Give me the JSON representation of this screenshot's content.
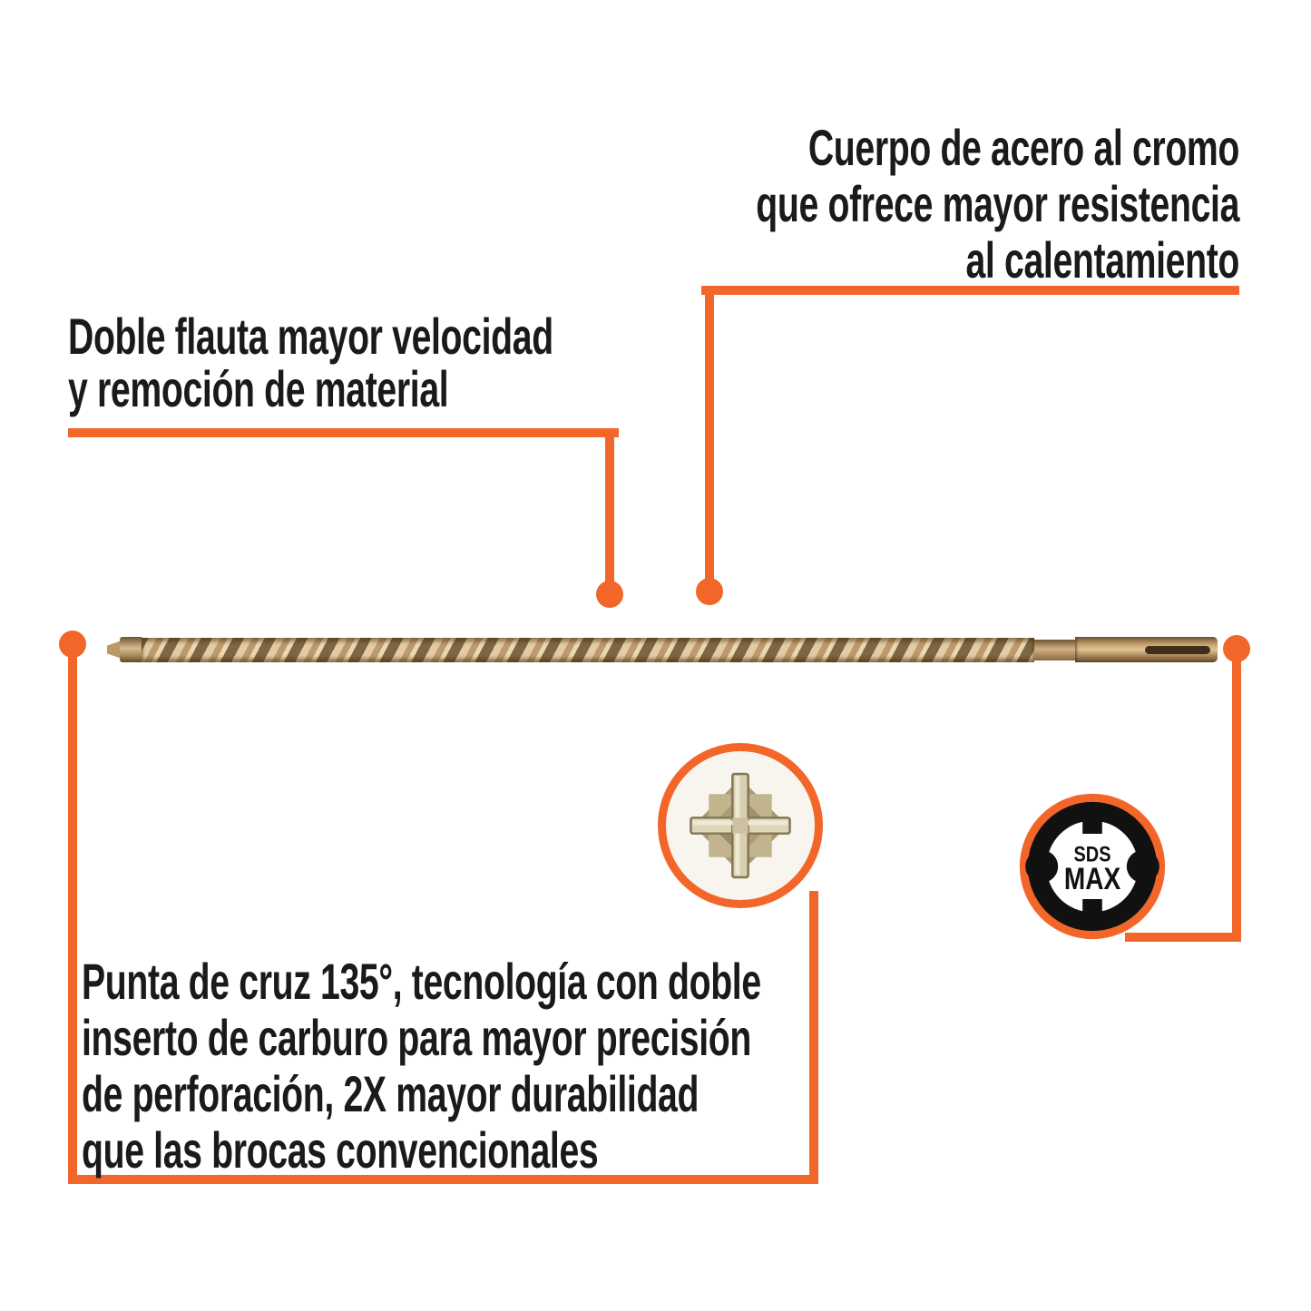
{
  "callouts": {
    "body": {
      "text": "Cuerpo de acero al cromo\nque ofrece mayor resistencia\nal calentamiento"
    },
    "flute": {
      "text": "Doble flauta mayor velocidad\ny remoción de material"
    },
    "tip": {
      "text": "Punta de cruz 135°, tecnología con doble\ninserto de carburo para mayor precisión\nde perforación, 2X mayor durabilidad\nque las brocas convencionales"
    }
  },
  "badge": {
    "line1": "SDS",
    "line2": "MAX"
  },
  "icons": {
    "drill_bit": "drill-bit-image",
    "cross_tip": "cross-tip-icon",
    "sds_max": "sds-max-badge-icon"
  },
  "colors": {
    "accent": "#F2662A",
    "text": "#1A1A1A",
    "bit_light": "#E3CBA2",
    "bit_mid": "#BC9A6B",
    "bit_dark": "#7D6643",
    "badge_black": "#111111",
    "tip_background": "#F8F5EF"
  }
}
